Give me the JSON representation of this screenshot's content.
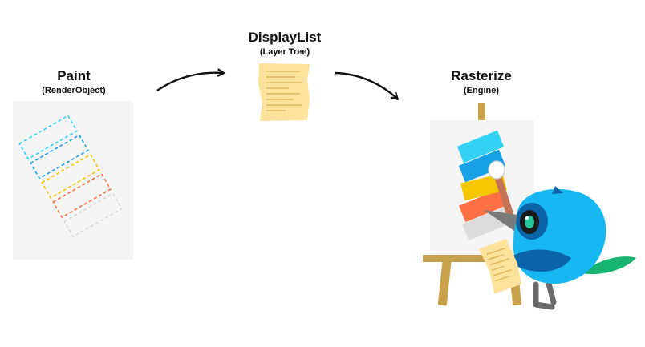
{
  "stages": {
    "paint": {
      "title": "Paint",
      "subtitle": "(RenderObject)"
    },
    "displaylist": {
      "title": "DisplayList",
      "subtitle": "(Layer Tree)"
    },
    "rasterize": {
      "title": "Rasterize",
      "subtitle": "(Engine)"
    }
  },
  "colors": {
    "panel": "#f5f5f5",
    "paper": "#fce29a",
    "paper_lines": "#e3bf63",
    "cyan": "#33d2f5",
    "blue": "#16a0e6",
    "yellow": "#f6c700",
    "orange": "#ff7043",
    "gray": "#d8d8d8",
    "easel": "#c9a14a",
    "bird_body": "#17b7f2",
    "bird_dark": "#0b63a8",
    "bird_tail": "#16b46e"
  },
  "icons": [
    "arrow-right-icon",
    "document-icon",
    "easel-icon",
    "dash-bird-icon",
    "paintbrush-icon"
  ]
}
